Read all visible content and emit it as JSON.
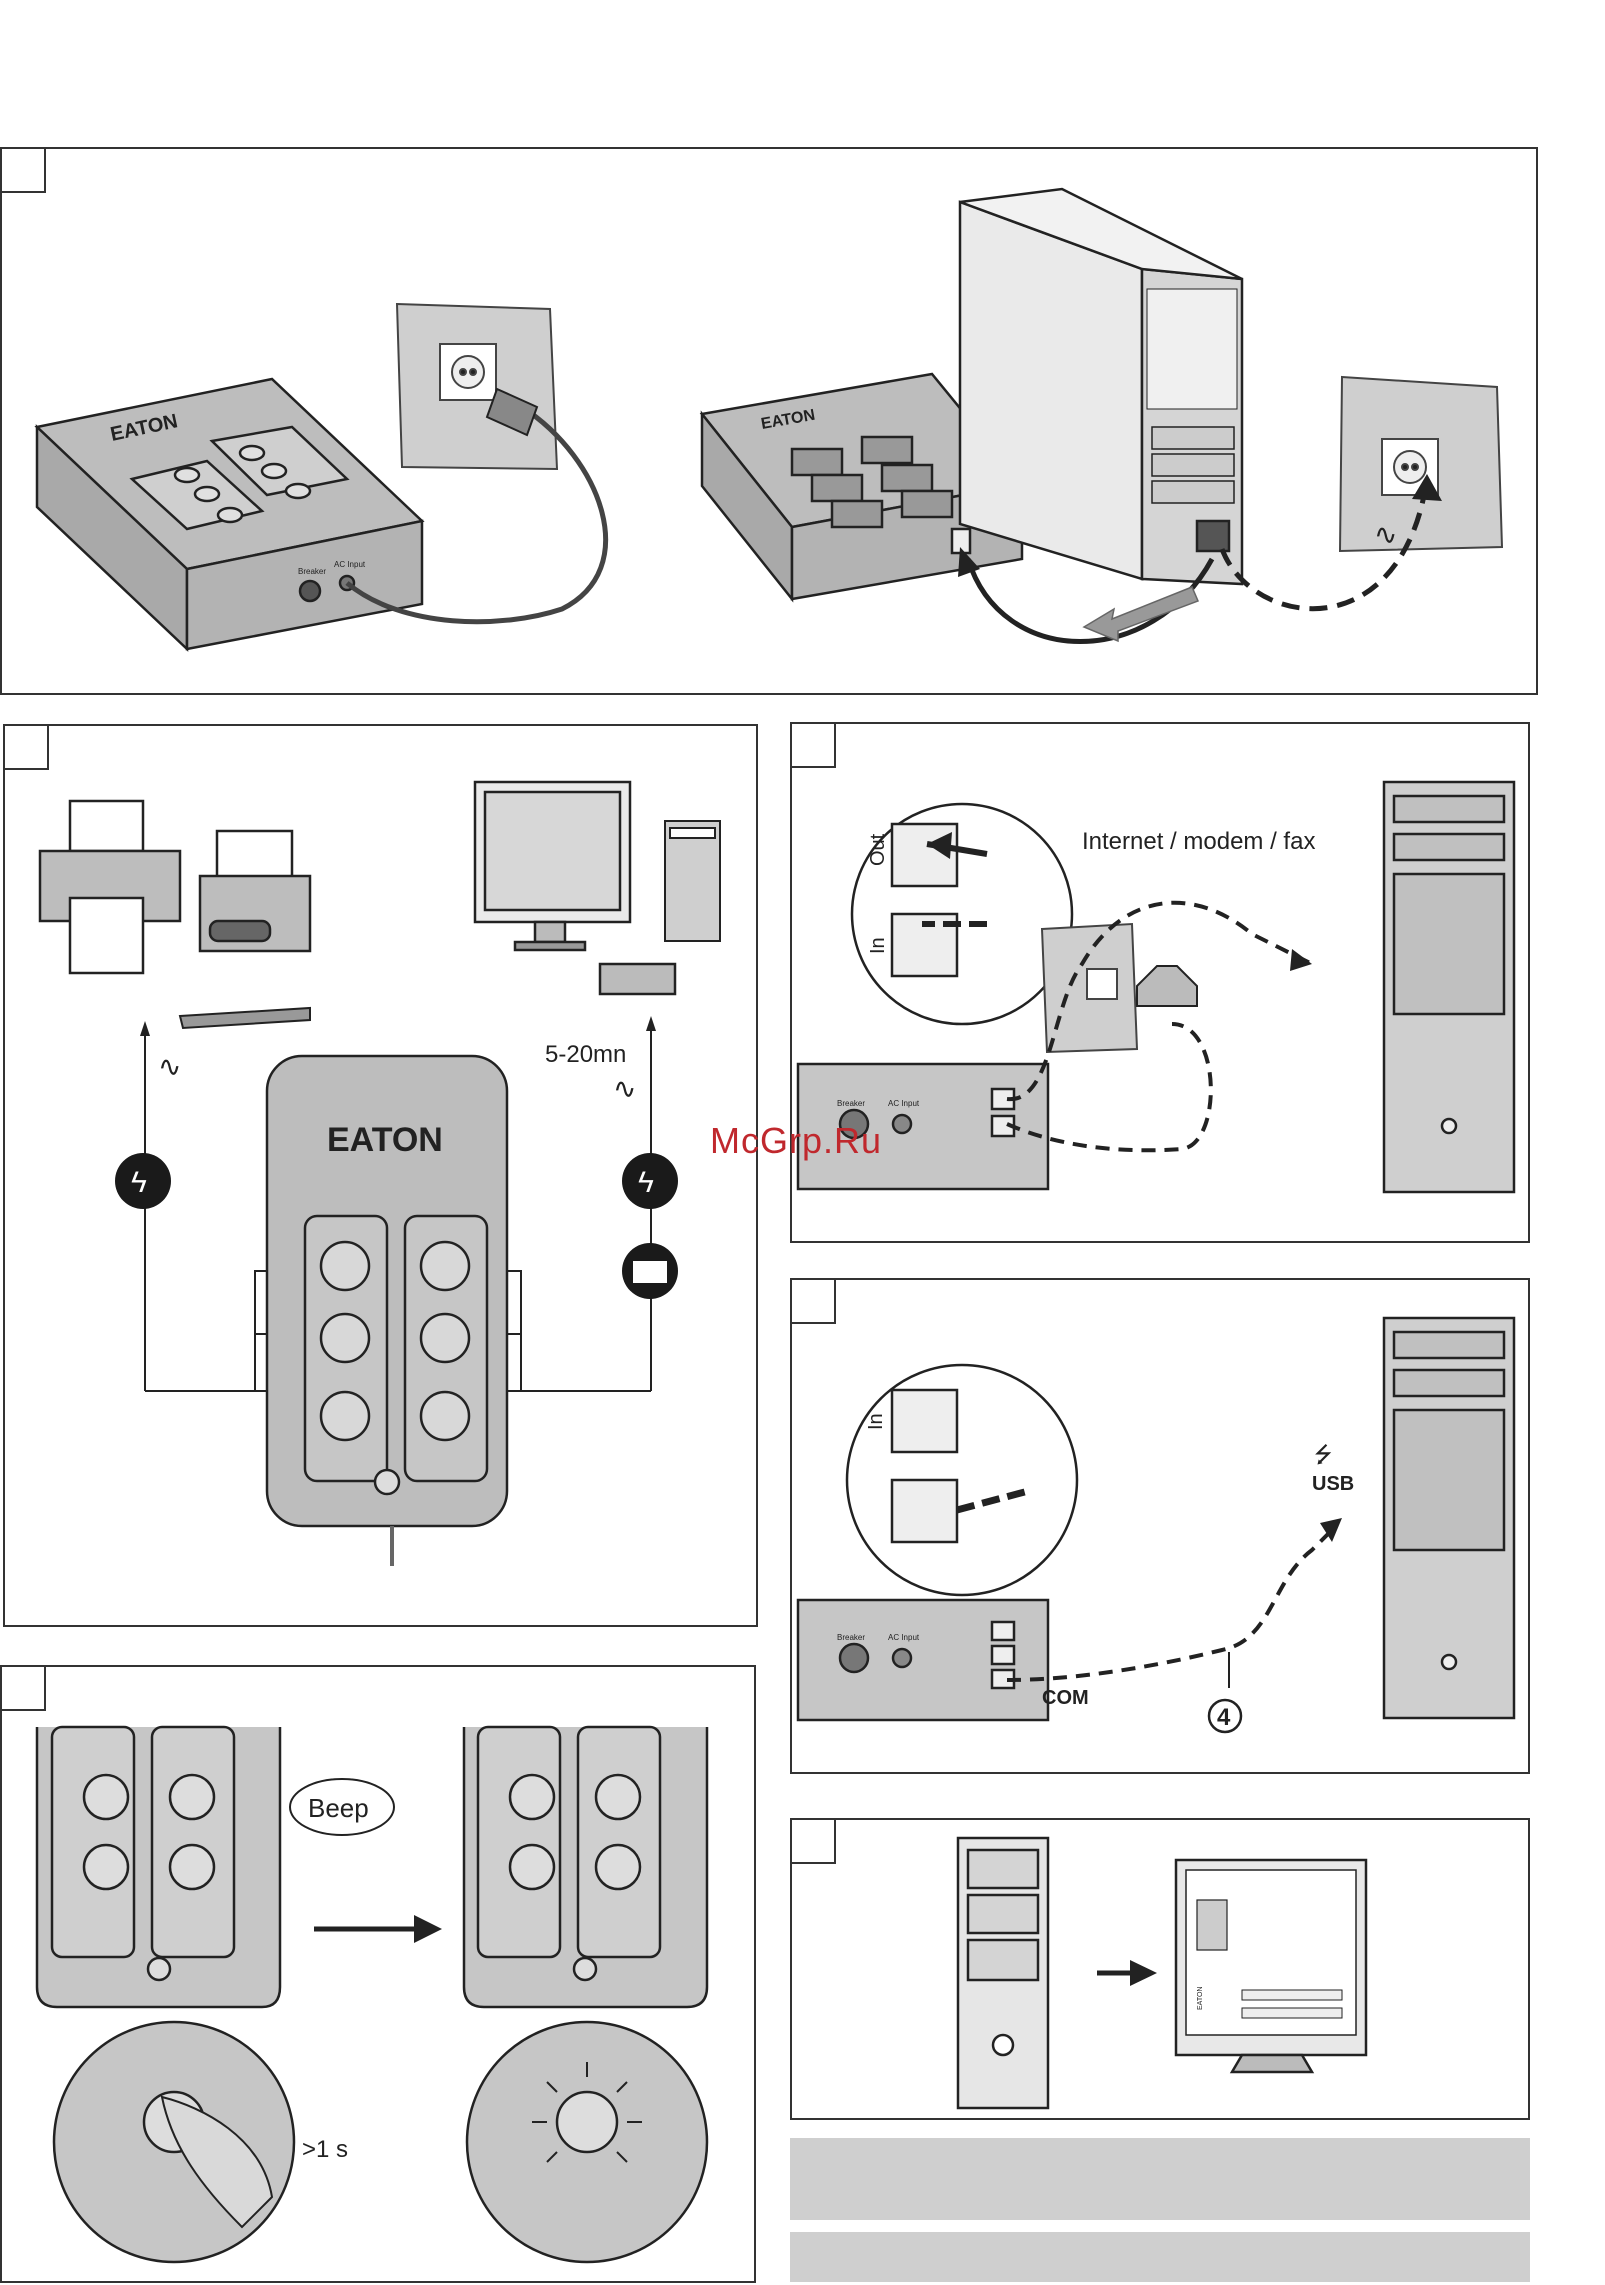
{
  "brand": {
    "logo": "EATON"
  },
  "panel1": {
    "ups_left": {
      "logo": "EATON",
      "breaker_label": "Breaker",
      "ac_input_label": "AC Input"
    },
    "ups_right": {
      "logo": "EATON"
    }
  },
  "panel2": {
    "surge_left_label": "∿",
    "backup_label": "5-20mn",
    "backup_wave": "∿",
    "ups_logo": "EATON"
  },
  "panel3": {
    "network_label": "Internet / modem / fax",
    "port_out": "Out",
    "port_in": "In",
    "breaker_label": "Breaker",
    "ac_input_label": "AC Input"
  },
  "panel4": {
    "port_in": "In",
    "usb_label": "USB",
    "com_label": "COM",
    "callout_number": "4",
    "breaker_label": "Breaker",
    "ac_input_label": "AC Input"
  },
  "panel5": {
    "beep_label": "Beep",
    "press_time": ">1 s"
  },
  "panel6": {
    "screen_brand": "EATON"
  },
  "watermark": "McGrp.Ru",
  "colors": {
    "stroke": "#222222",
    "device_gray": "#bdbdbd",
    "bar_gray": "#cfcfcf",
    "watermark": "#c0282d"
  }
}
